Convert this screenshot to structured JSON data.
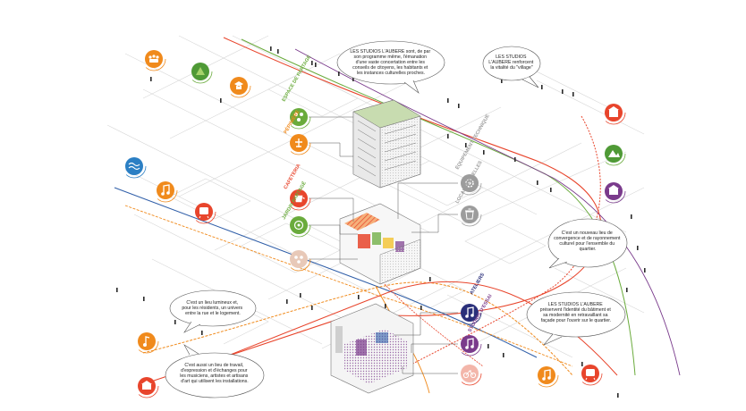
{
  "colors": {
    "orange": "#f08a1c",
    "red": "#e8452c",
    "green": "#6aab3c",
    "purple": "#7a3b8c",
    "blue": "#2f5ea8",
    "navy": "#1d2e6e",
    "grey": "#9c9c9c",
    "teal": "#2b7fc4"
  },
  "bubbles": [
    {
      "lines": [
        "LES STUDIOS L'AUBERE sont, de par",
        "son programme même, l'émanation",
        "d'une vaste concertation entre les",
        "conseils de citoyens, les habitants et",
        "les instances culturelles proches."
      ]
    },
    {
      "lines": [
        "LES STUDIOS",
        "L'AUBERE renforcent",
        "la vitalité du \"village\""
      ]
    },
    {
      "lines": [
        "C'est un nouveau lieu de",
        "convergence et de rayonnement",
        "culturel pour l'ensemble du",
        "quartier."
      ]
    },
    {
      "lines": [
        "C'est un lieu lumineux et,",
        "pour les résidents, un univers",
        "entre la rue et le logement."
      ]
    },
    {
      "lines": [
        "C'est aussi un lieu de travail,",
        "d'expression et d'échanges pour",
        "les musiciens, artistes et artisans",
        "d'art qui utilisent les installations."
      ]
    },
    {
      "lines": [
        "LES STUDIOS L'AUBERE",
        "préservent l'identité du bâtiment et",
        "sa modernité en retravaillant sa",
        "façade pour l'ouvrir sur le quartier."
      ]
    }
  ],
  "tags": {
    "cafeteria": "CAFETERIA",
    "ateliers": "ATELIERS",
    "studios": "STUDIOS D'ESSAI",
    "equipement": "ÉQUIPEMENT TECHNIQUE",
    "local": "LOCAL POUBELLES",
    "rdc": "PÉPINIÈRE",
    "jardin": "JARDIN PARTAGÉ",
    "partage": "ESPACE DE PARTAGE"
  }
}
